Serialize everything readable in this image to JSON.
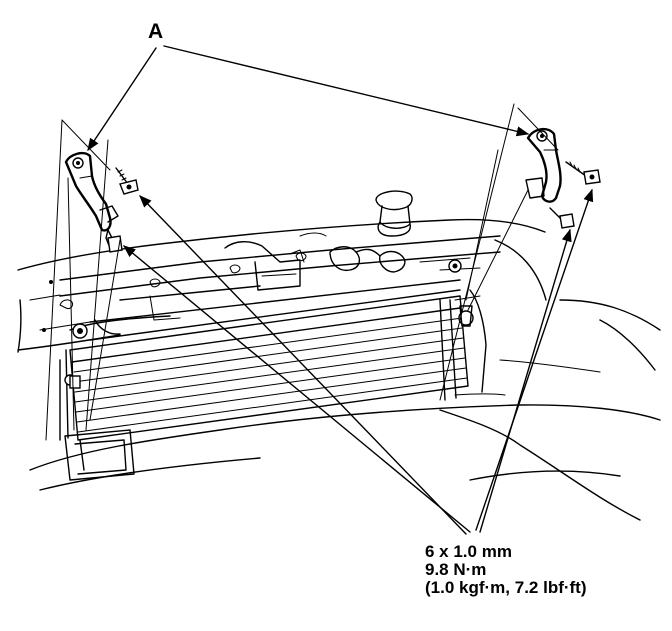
{
  "callout_a": "A",
  "bolt_spec": {
    "size": "6 x 1.0 mm",
    "torque_nm": "9.8 N·m",
    "torque_alt": "(1.0 kgf·m, 7.2 lbf·ft)"
  },
  "colors": {
    "ink": "#000000",
    "paper": "#ffffff"
  }
}
